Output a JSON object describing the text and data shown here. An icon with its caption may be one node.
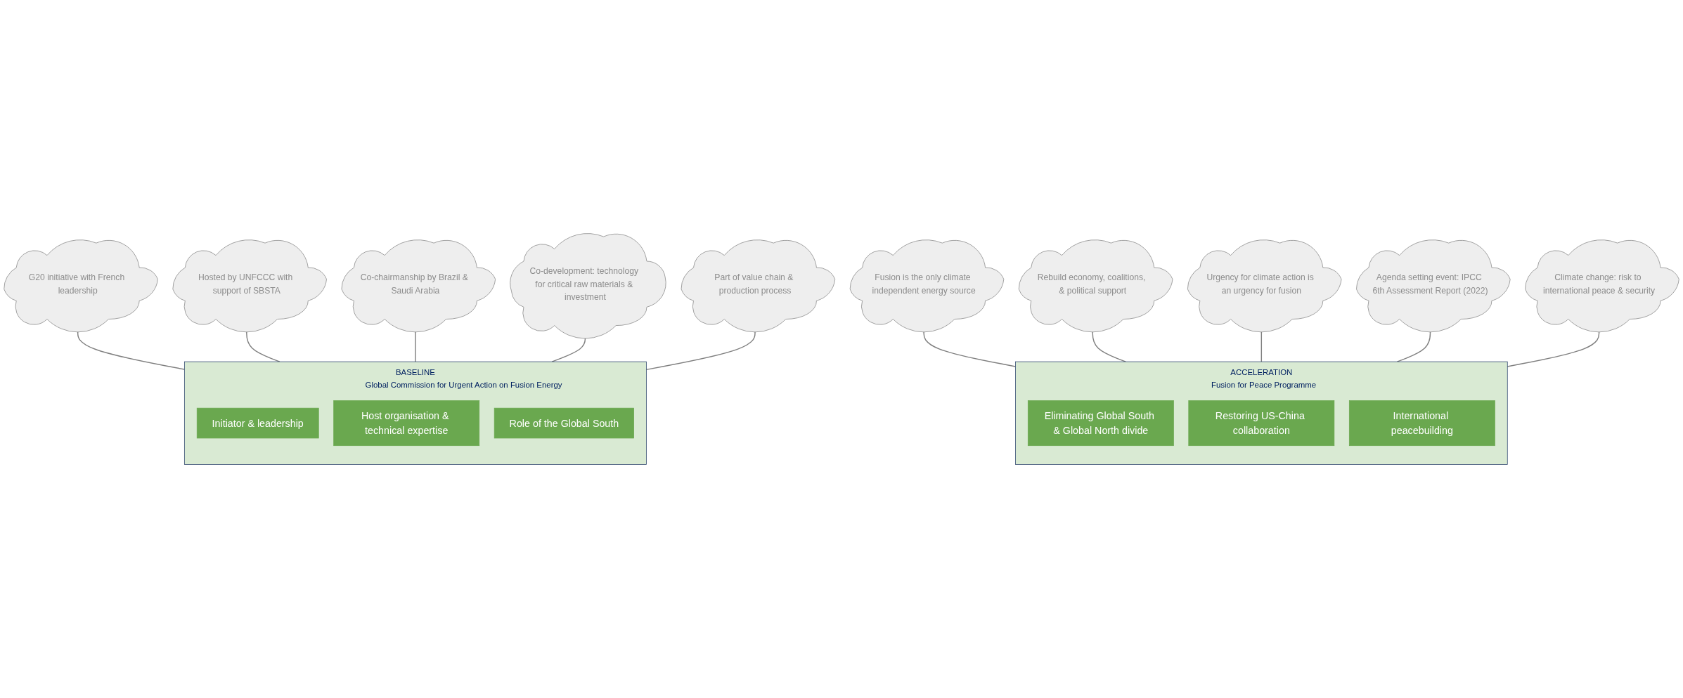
{
  "diagram": {
    "nodes": [
      {
        "text": [
          "BASELINE",
          "Global Commission for Urgent Action on Fusion Energy"
        ]
      },
      {
        "text": [
          "Initiator & leadership"
        ],
        "in": 0
      },
      {
        "text": [
          "Host organisation & technical expertise"
        ],
        "in": 0
      },
      {
        "text": [
          "Role of the Global South"
        ],
        "in": 0
      },
      {
        "text": [
          "G20 initiative with French leadership"
        ]
      },
      {
        "text": [
          "Hosted by UNFCCC with support of SBSTA"
        ]
      },
      {
        "text": [
          "Co-chairmanship by Brazil & Saudi Arabia"
        ]
      },
      {
        "text": [
          "Co-development: technology for critical raw materials & investment"
        ]
      },
      {
        "text": [
          "Part of value chain & production process"
        ]
      },
      {
        "text": [
          "ACCELERATION",
          "Fusion for Peace Programme"
        ]
      },
      {
        "text": [
          "Eliminating Global South & Global North divide"
        ],
        "in": 9
      },
      {
        "text": [
          "Restoring US-China collaboration"
        ],
        "in": 9
      },
      {
        "text": [
          "International peacebuilding"
        ],
        "in": 9
      },
      {
        "text": [
          "Fusion is the only climate independent energy source"
        ]
      },
      {
        "text": [
          "Rebuild economy, coalitions, & political support"
        ]
      },
      {
        "text": [
          "Urgency for climate action is an urgency for fusion"
        ]
      },
      {
        "text": [
          "Agenda setting event: IPCC 6th Assessment Report (2022)"
        ]
      },
      {
        "text": [
          "Climate change: risk to international peace & security"
        ]
      }
    ],
    "edges": [
      {
        "from": 4,
        "to": 0,
        "arrow": "none"
      },
      {
        "from": 5,
        "to": 0,
        "arrow": "none"
      },
      {
        "from": 6,
        "to": 0,
        "arrow": "none"
      },
      {
        "from": 7,
        "to": 0,
        "arrow": "none"
      },
      {
        "from": 8,
        "to": 0,
        "arrow": "none"
      },
      {
        "from": 13,
        "to": 9,
        "arrow": "none"
      },
      {
        "from": 14,
        "to": 9,
        "arrow": "none"
      },
      {
        "from": 15,
        "to": 9,
        "arrow": "none"
      },
      {
        "from": 16,
        "to": 9,
        "arrow": "none"
      },
      {
        "from": 17,
        "to": 9,
        "arrow": "none"
      }
    ]
  }
}
